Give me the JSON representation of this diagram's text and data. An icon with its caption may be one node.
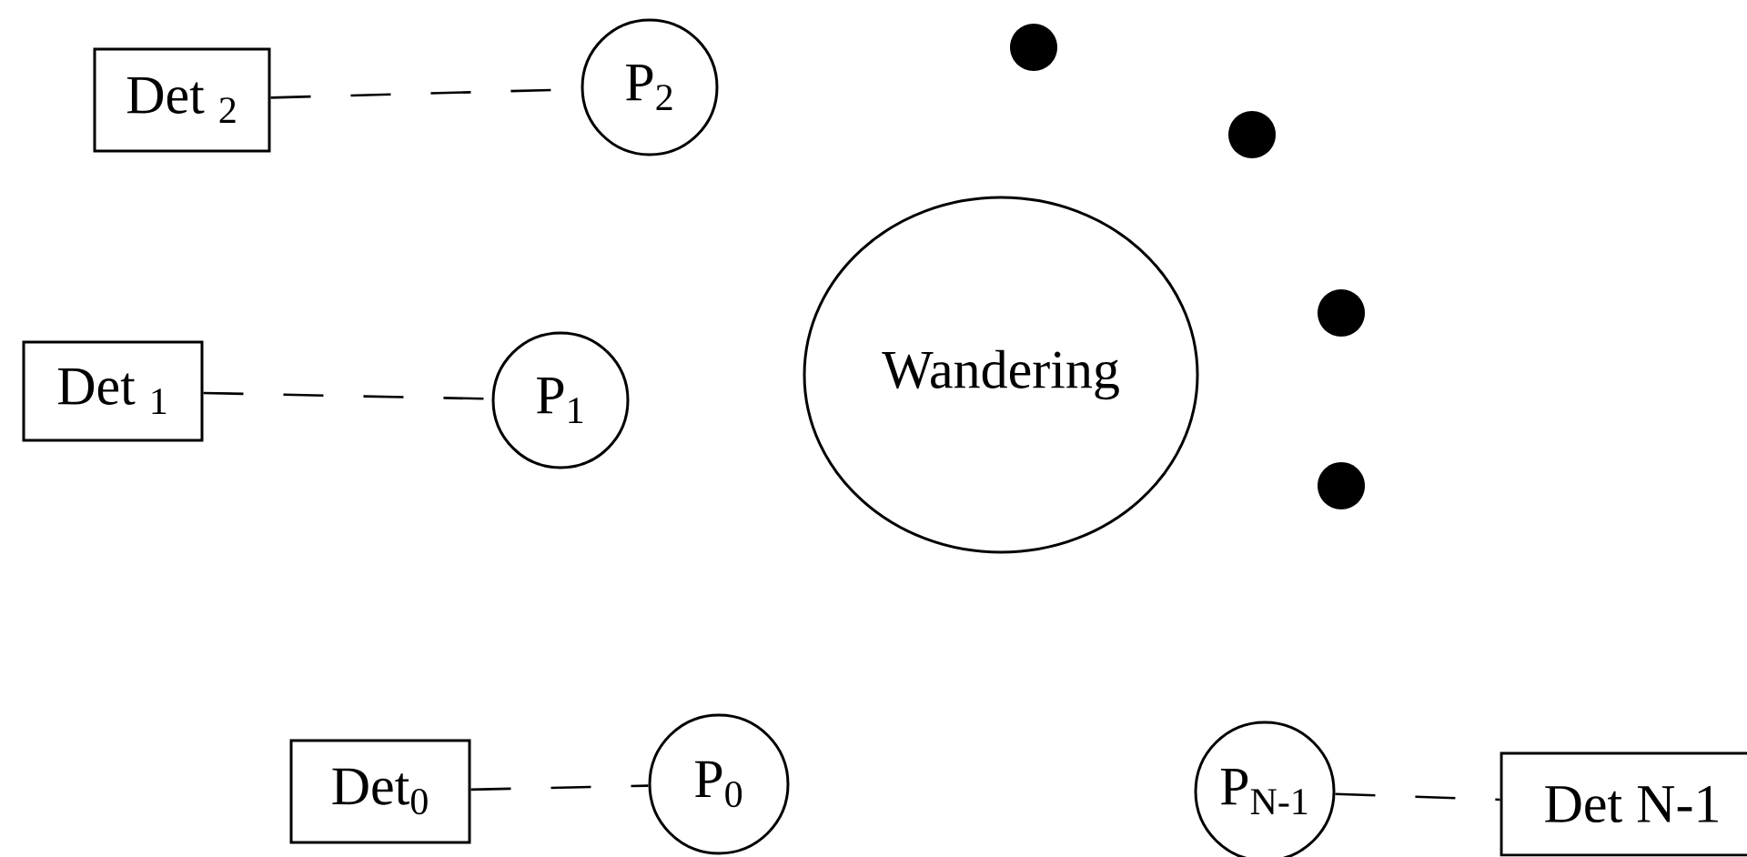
{
  "diagram": {
    "nodes": [
      {
        "text": [
          "Det $_{2}$"
        ]
      },
      {
        "text": [
          "P$_{2}$"
        ]
      },
      {
        "text": [
          "Det $_{1}$"
        ]
      },
      {
        "text": [
          "P$_{1}$"
        ]
      },
      {
        "text": [
          "Wandering"
        ]
      },
      {
        "text": [
          "Det$_{0}$"
        ]
      },
      {
        "text": [
          "P$_{0}$"
        ]
      },
      {
        "text": [
          "P$_{N-1}$"
        ]
      },
      {
        "text": [
          "Det N-1"
        ]
      }
    ],
    "edges": [
      {
        "from": 0,
        "to": 1,
        "arrow": "none",
        "style": "dashed"
      },
      {
        "from": 2,
        "to": 3,
        "arrow": "none",
        "style": "dashed"
      },
      {
        "from": 5,
        "to": 6,
        "arrow": "none",
        "style": "dashed"
      },
      {
        "from": 7,
        "to": 8,
        "arrow": "none",
        "style": "dashed"
      }
    ]
  }
}
